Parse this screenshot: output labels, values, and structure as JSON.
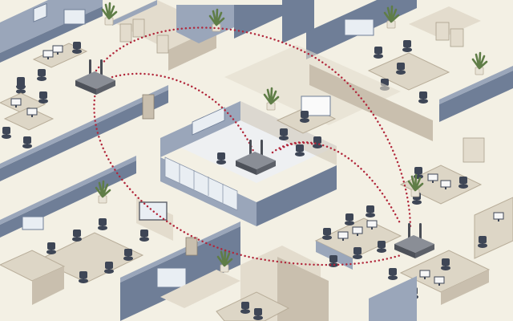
{
  "scene": {
    "description_visible_text": [],
    "colors": {
      "floor": "#f3f0e4",
      "wall_blue": "#6f7e97",
      "wall_blue_light": "#9aa6ba",
      "wall_beige": "#c9bfae",
      "wall_beige_light": "#e3dccd",
      "desk": "#ddd6c6",
      "desk_edge": "#b8ad99",
      "chair": "#3e4656",
      "router": "#5b5f68",
      "router_top": "#8a8e96",
      "signal": "#b1263a",
      "plant": "#5f7d47",
      "glass": "#e9eef3"
    },
    "icons": [
      "router-icon",
      "plant-icon",
      "chair-icon",
      "monitor-icon",
      "desk-icon",
      "whiteboard-icon",
      "cabinet-icon"
    ],
    "routers": [
      {
        "id": "router-top-left"
      },
      {
        "id": "router-center"
      },
      {
        "id": "router-bottom-right"
      }
    ]
  }
}
